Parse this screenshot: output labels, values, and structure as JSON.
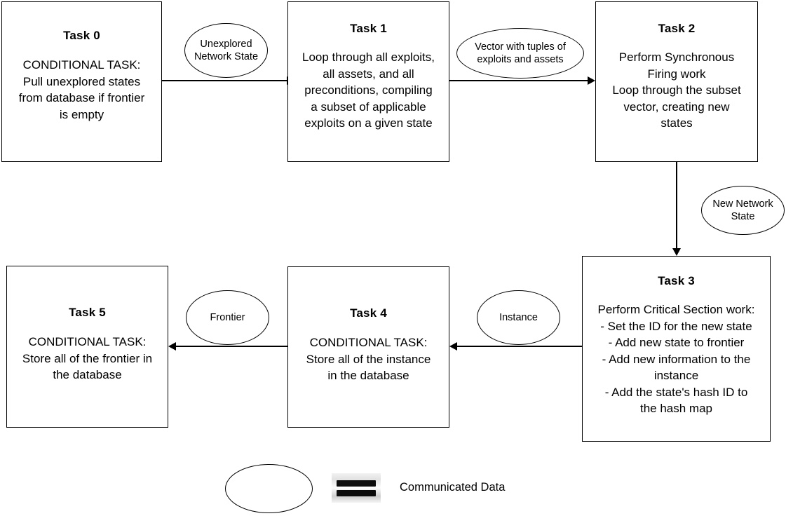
{
  "diagram": {
    "title": "Task pipeline flow diagram",
    "tasks": [
      {
        "id": "task-0",
        "title": "Task 0",
        "body": "CONDITIONAL TASK:\nPull unexplored states\nfrom database if frontier\nis empty"
      },
      {
        "id": "task-1",
        "title": "Task 1",
        "body": "Loop through all exploits,\nall assets, and all\npreconditions, compiling\na subset of applicable\nexploits on a given state"
      },
      {
        "id": "task-2",
        "title": "Task 2",
        "body": "Perform Synchronous\nFiring work\nLoop through the subset\nvector, creating new\nstates"
      },
      {
        "id": "task-3",
        "title": "Task 3",
        "body": "Perform Critical Section work:\n- Set the ID for the new state\n- Add new state to frontier\n- Add new information to the\ninstance\n- Add the state's hash ID to\nthe hash map"
      },
      {
        "id": "task-4",
        "title": "Task 4",
        "body": "CONDITIONAL TASK:\nStore all of the instance\nin the database"
      },
      {
        "id": "task-5",
        "title": "Task 5",
        "body": "CONDITIONAL TASK:\nStore all of the frontier in\nthe database"
      }
    ],
    "communicated_data": [
      {
        "id": "data-unexplored-network-state",
        "label": "Unexplored\nNetwork State"
      },
      {
        "id": "data-vector-exploits-assets",
        "label": "Vector with tuples of\nexploits and assets"
      },
      {
        "id": "data-new-network-state",
        "label": "New Network\nState"
      },
      {
        "id": "data-instance",
        "label": "Instance"
      },
      {
        "id": "data-frontier",
        "label": "Frontier"
      }
    ],
    "legend": {
      "shape_name": "ellipse",
      "icon_name": "equals-icon",
      "label": "Communicated Data"
    },
    "colors": {
      "stroke": "#000000",
      "background": "#ffffff"
    }
  }
}
